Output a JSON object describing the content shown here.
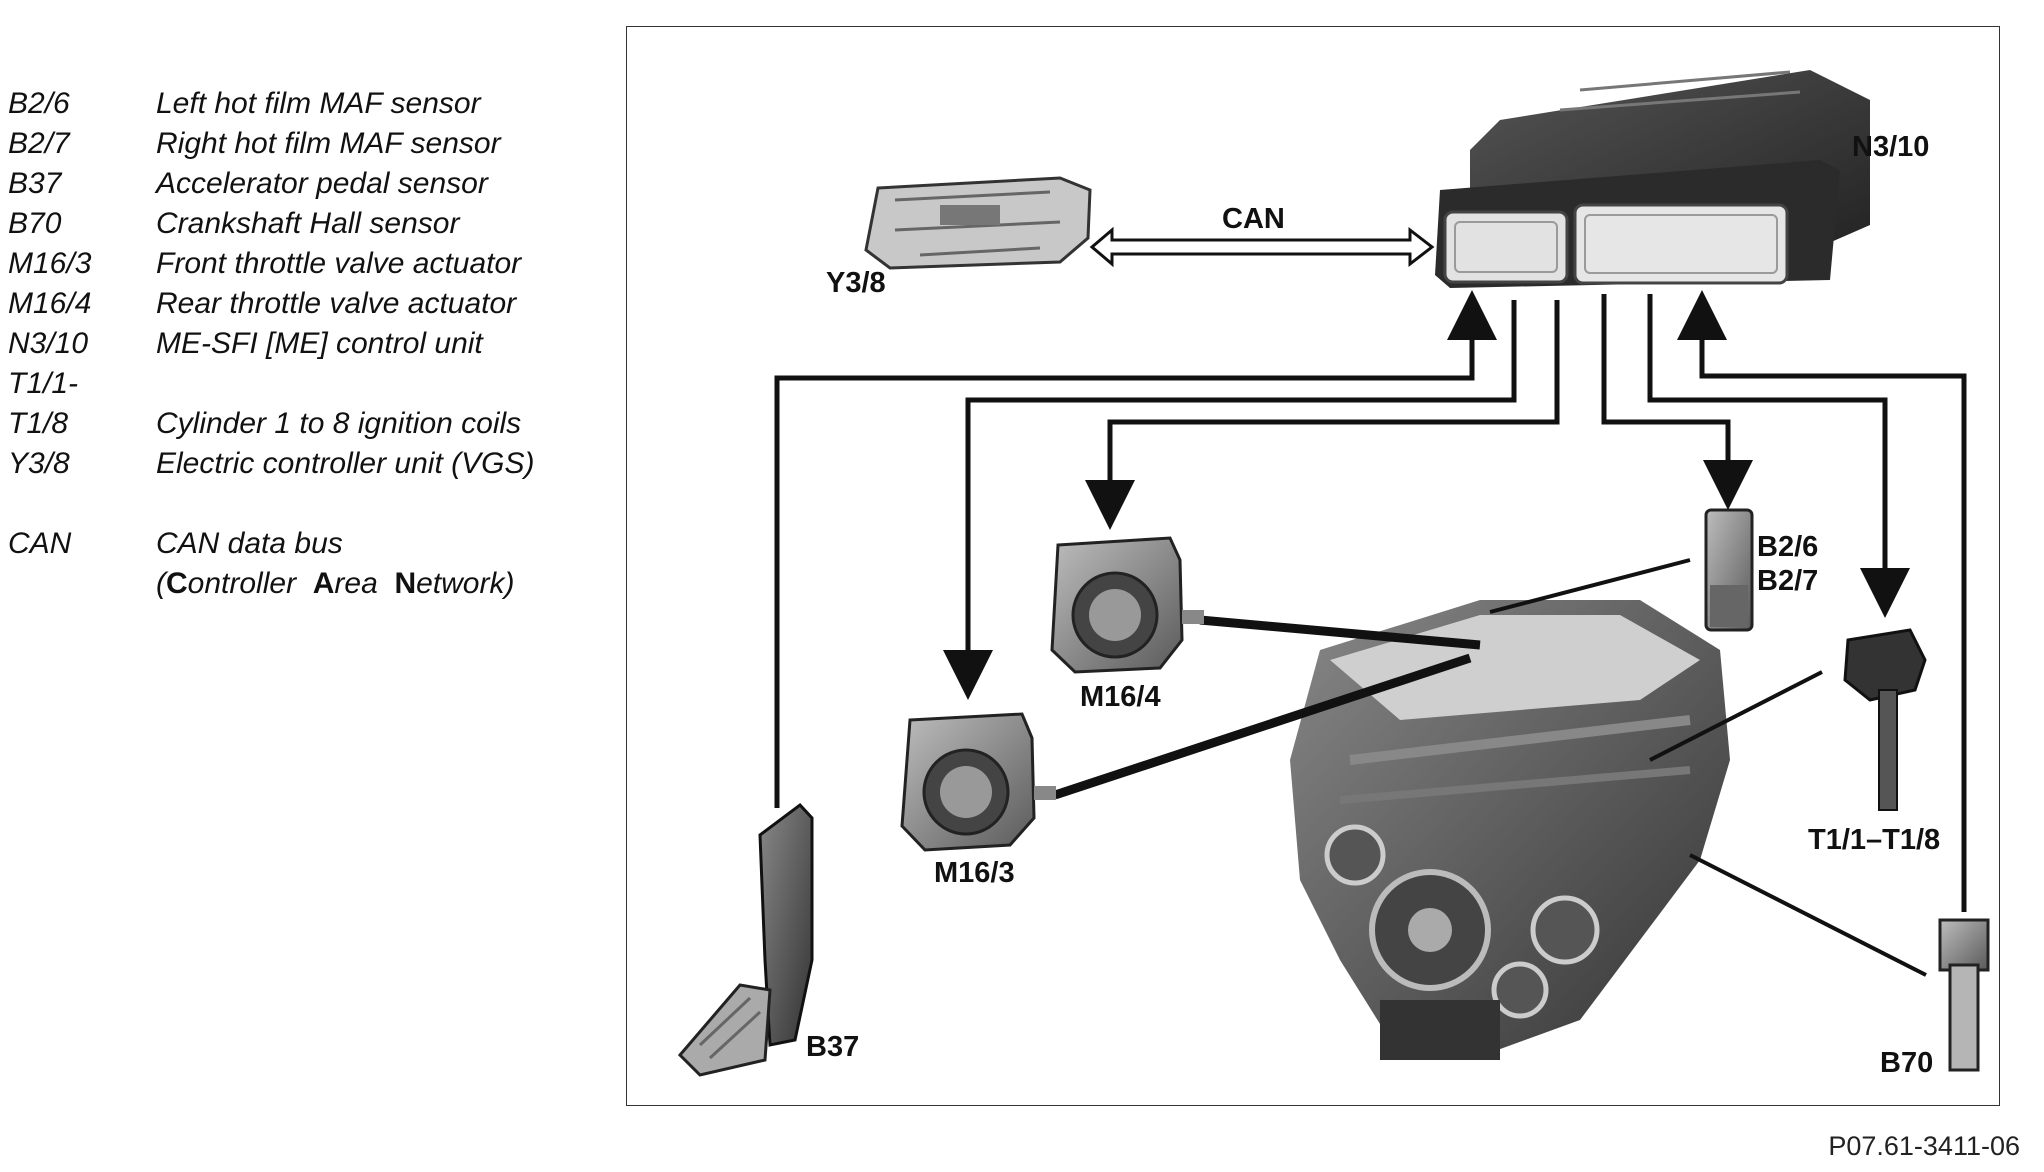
{
  "legend": {
    "items": [
      {
        "code": "B2/6",
        "desc": "Left hot film MAF sensor"
      },
      {
        "code": "B2/7",
        "desc": "Right hot film MAF sensor"
      },
      {
        "code": "B37",
        "desc": "Accelerator pedal sensor"
      },
      {
        "code": "B70",
        "desc": "Crankshaft Hall sensor"
      },
      {
        "code": "M16/3",
        "desc": "Front throttle valve actuator"
      },
      {
        "code": "M16/4",
        "desc": "Rear throttle valve actuator"
      },
      {
        "code": "N3/10",
        "desc": "ME-SFI [ME] control unit"
      },
      {
        "code": "T1/1-",
        "desc": ""
      },
      {
        "code": "T1/8",
        "desc": "Cylinder 1 to 8 ignition coils"
      },
      {
        "code": "Y3/8",
        "desc": "Electric controller unit (VGS)"
      }
    ],
    "can": {
      "code": "CAN",
      "desc_line1": "CAN data bus",
      "open": "(",
      "c_bold": "C",
      "c_rest": "ontroller",
      "a_bold": "A",
      "a_rest": "rea",
      "n_bold": "N",
      "n_rest": "etwork)"
    }
  },
  "diagram": {
    "labels": {
      "n3_10": "N3/10",
      "can": "CAN",
      "y3_8": "Y3/8",
      "b2_6": "B2/6",
      "b2_7": "B2/7",
      "m16_4": "M16/4",
      "m16_3": "M16/3",
      "t1": "T1/1–T1/8",
      "b37": "B37",
      "b70": "B70"
    }
  },
  "reference": "P07.61-3411-06"
}
